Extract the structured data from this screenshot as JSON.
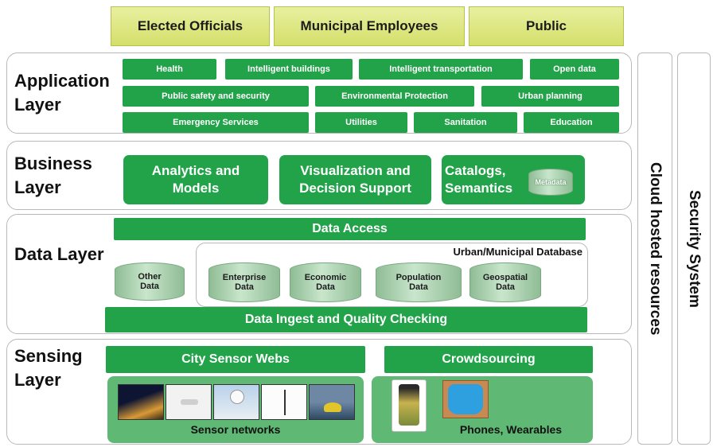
{
  "users": [
    "Elected Officials",
    "Municipal Employees",
    "Public"
  ],
  "application": {
    "title": "Application Layer",
    "items": [
      "Health",
      "Intelligent buildings",
      "Intelligent transportation",
      "Open data",
      "Public safety and security",
      "Environmental Protection",
      "Urban planning",
      "Emergency Services",
      "Utilities",
      "Sanitation",
      "Education"
    ]
  },
  "business": {
    "title": "Business Layer",
    "items": [
      "Analytics and Models",
      "Visualization and Decision Support",
      "Catalogs, Semantics"
    ],
    "metadata": "Metadata"
  },
  "data": {
    "title": "Data Layer",
    "access": "Data Access",
    "db_label": "Urban/Municipal Database",
    "other": "Other Data",
    "dbs": [
      "Enterprise Data",
      "Economic Data",
      "Population Data",
      "Geospatial Data"
    ],
    "ingest": "Data Ingest and Quality Checking"
  },
  "sensing": {
    "title": "Sensing Layer",
    "city": "City Sensor Webs",
    "crowd": "Crowdsourcing",
    "sensor_networks": "Sensor networks",
    "phones": "Phones, Wearables"
  },
  "cloud": "Cloud hosted resources",
  "security": "Security System"
}
